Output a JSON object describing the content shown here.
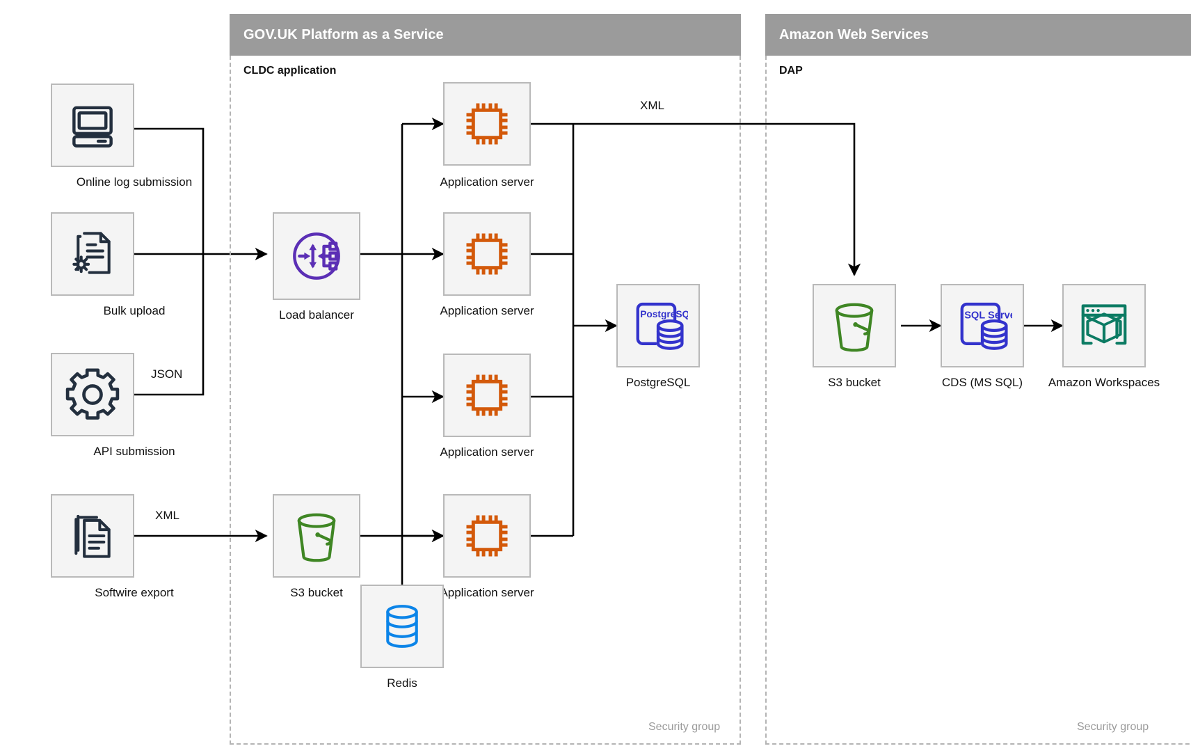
{
  "groups": [
    {
      "id": "paas",
      "title": "GOV.UK Platform as a Service",
      "inner_title": "CLDC application",
      "security_label": "Security group"
    },
    {
      "id": "aws",
      "title": "Amazon Web Services",
      "inner_title": "DAP",
      "security_label": "Security group"
    }
  ],
  "nodes": {
    "online_log": {
      "label": "Online log submission",
      "icon": "desktop-computer-icon",
      "color": "#232f3e"
    },
    "bulk_upload": {
      "label": "Bulk upload",
      "icon": "document-gear-icon",
      "color": "#232f3e"
    },
    "api_submission": {
      "label": "API submission",
      "icon": "gear-icon",
      "color": "#232f3e"
    },
    "softwire_export": {
      "label": "Softwire export",
      "icon": "documents-stack-icon",
      "color": "#232f3e"
    },
    "load_balancer": {
      "label": "Load balancer",
      "icon": "load-balancer-icon",
      "color": "#5b2fb5"
    },
    "app_server_1": {
      "label": "Application server",
      "icon": "cpu-chip-icon",
      "color": "#d3590a"
    },
    "app_server_2": {
      "label": "Application server",
      "icon": "cpu-chip-icon",
      "color": "#d3590a"
    },
    "app_server_3": {
      "label": "Application server",
      "icon": "cpu-chip-icon",
      "color": "#d3590a"
    },
    "app_server_4": {
      "label": "Application server",
      "icon": "cpu-chip-icon",
      "color": "#d3590a"
    },
    "postgresql": {
      "label": "PostgreSQL",
      "icon": "postgresql-database-icon",
      "badge": "PostgreSQL",
      "color": "#3333cc"
    },
    "s3_paas": {
      "label": "S3 bucket",
      "icon": "s3-bucket-icon",
      "color": "#3f8624"
    },
    "redis": {
      "label": "Redis",
      "icon": "redis-database-icon",
      "color": "#0b84e8"
    },
    "s3_aws": {
      "label": "S3 bucket",
      "icon": "s3-bucket-icon",
      "color": "#3f8624"
    },
    "cds": {
      "label": "CDS (MS SQL)",
      "icon": "sql-server-database-icon",
      "badge": "SQL Server",
      "color": "#3333cc"
    },
    "workspaces": {
      "label": "Amazon Workspaces",
      "icon": "amazon-workspaces-icon",
      "color": "#0c7b63"
    }
  },
  "edges": [
    {
      "from": "api_submission",
      "to": "load_balancer",
      "label": "JSON"
    },
    {
      "from": "softwire_export",
      "to": "s3_paas",
      "label": "XML"
    },
    {
      "from": "app_server_1",
      "to": "s3_aws",
      "label": "XML"
    }
  ],
  "colors": {
    "band": "#9b9b9b",
    "node_fill": "#f4f4f4",
    "node_stroke": "#b9b9b9",
    "dashed_border": "#b4b4b4",
    "line": "#000000",
    "dark_icon": "#232f3e",
    "purple": "#5b2fb5",
    "orange": "#d3590a",
    "indigo": "#3333cc",
    "green": "#3f8624",
    "blue": "#0b84e8",
    "teal": "#0c7b63"
  }
}
